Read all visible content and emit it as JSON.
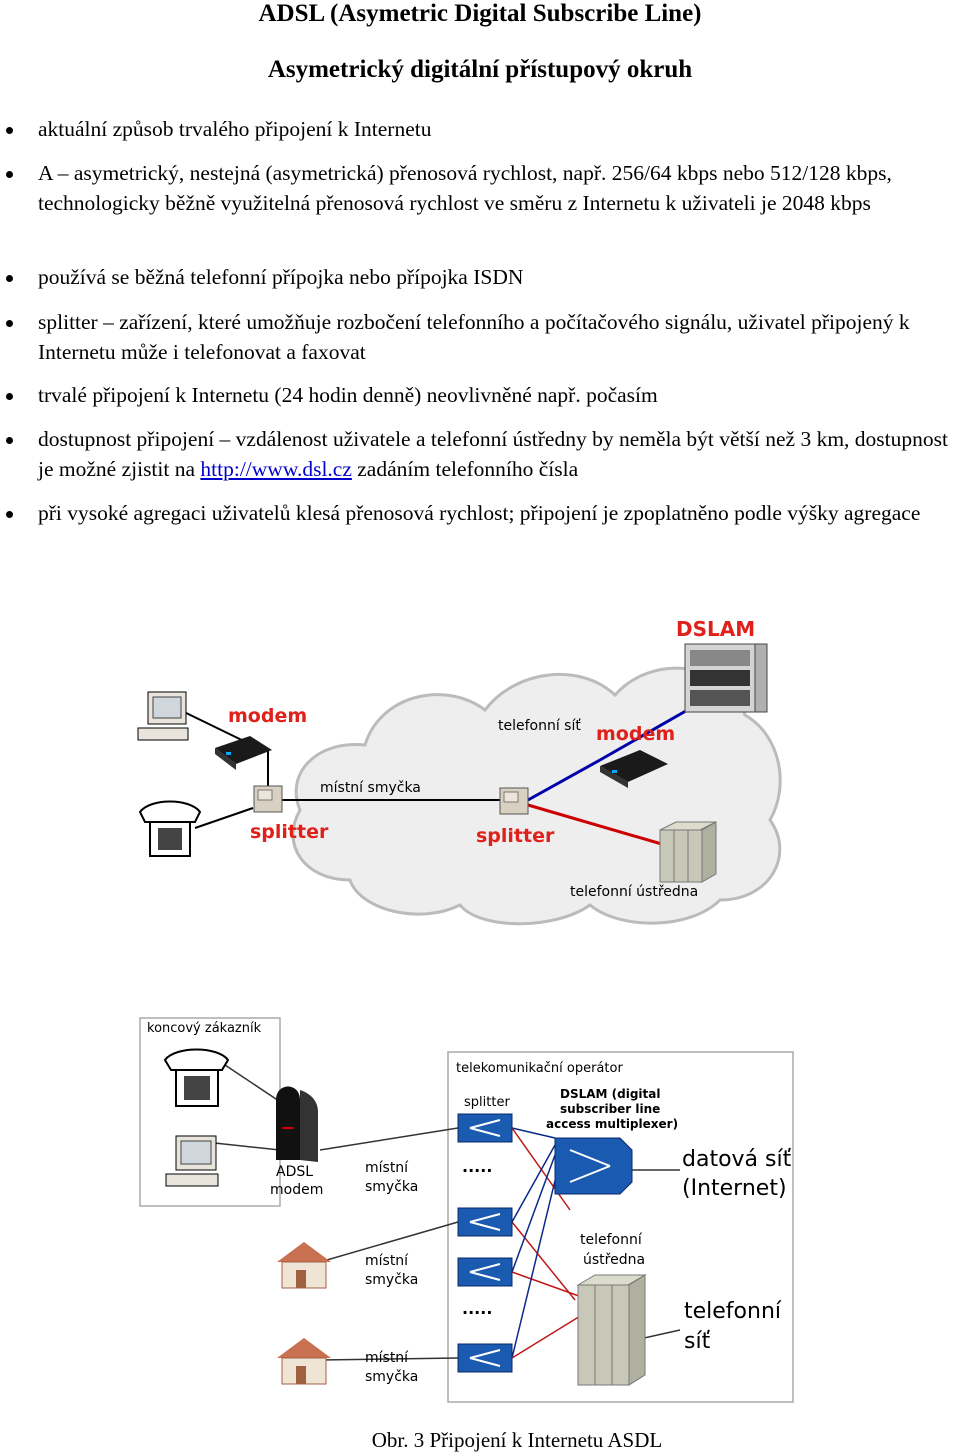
{
  "title": "ADSL (Asymetric Digital Subscribe Line)",
  "subtitle": "Asymetrický digitální přístupový okruh",
  "bullets": [
    {
      "text": "aktuální způsob trvalého připojení k Internetu"
    },
    {
      "text": "A – asymetrický, nestejná (asymetrická) přenosová rychlost, např. 256/64 kbps nebo 512/128 kbps, technologicky běžně využitelná přenosová rychlost ve směru z Internetu k uživateli je 2048 kbps"
    },
    {
      "text": "používá se běžná telefonní přípojka nebo přípojka ISDN"
    },
    {
      "text": "splitter – zařízení, které umožňuje rozbočení telefonního a počítačového signálu, uživatel připojený k Internetu může i telefonovat a faxovat"
    },
    {
      "text": "trvalé připojení k Internetu (24 hodin denně) neovlivněné např. počasím"
    },
    {
      "pre": "dostupnost připojení – vzdálenost uživatele a telefonní ústředny by neměla být větší než 3 km, dostupnost je možné zjistit na ",
      "link": "http://www.dsl.cz",
      "post": " zadáním telefonního čísla"
    },
    {
      "text": "při vysoké agregaci uživatelů klesá přenosová rychlost; připojení je zpoplatněno podle výšky agregace"
    }
  ],
  "diagram1": {
    "dslam": "DSLAM",
    "modem_left": "modem",
    "modem_right": "modem",
    "local_loop": "místní smyčka",
    "phone_network": "telefonní síť",
    "splitter_left": "splitter",
    "splitter_right": "splitter",
    "exchange": "telefonní ústředna"
  },
  "diagram2": {
    "customer": "koncový zákazník",
    "operator": "telekomunikační operátor",
    "splitter": "splitter",
    "dslam_line1": "DSLAM (digital",
    "dslam_line2": "subscriber line",
    "dslam_line3": "access multiplexer)",
    "adsl_line1": "ADSL",
    "adsl_line2": "modem",
    "loop_line1": "místní",
    "loop_line2": "smyčka",
    "data_line1": "datová síť",
    "data_line2": "(Internet)",
    "exch_line1": "telefonní",
    "exch_line2": "ústředna",
    "tel_line1": "telefonní",
    "tel_line2": "síť",
    "dots": "....."
  },
  "caption": "Obr. 3  Připojení k Internetu ASDL"
}
